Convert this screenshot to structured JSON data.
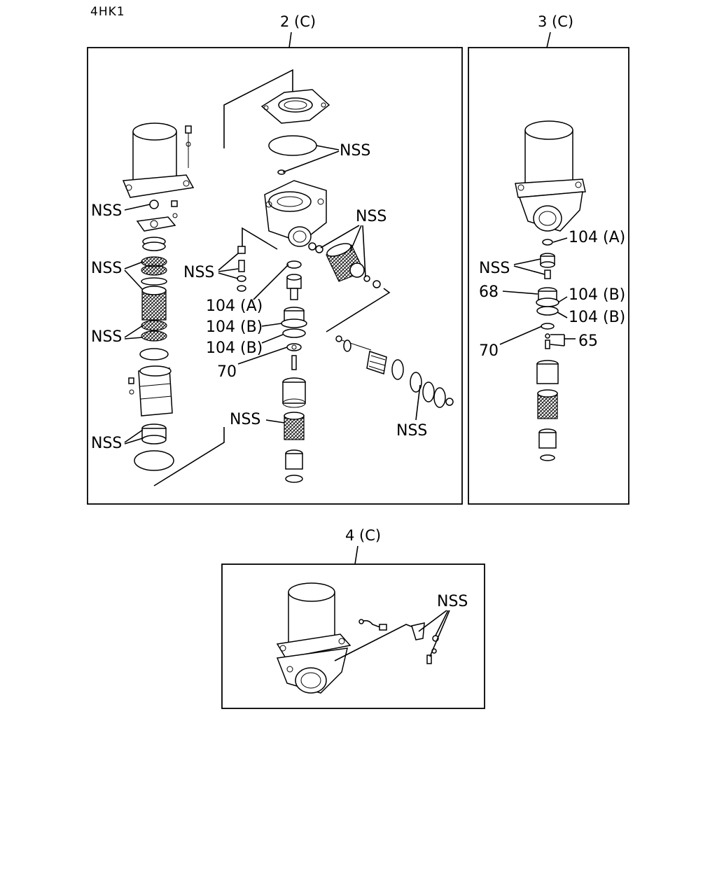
{
  "engine_code": "4HK1",
  "panels": {
    "p2": {
      "title": "2 (C)"
    },
    "p3": {
      "title": "3 (C)"
    },
    "p4": {
      "title": "4 (C)"
    }
  },
  "labels": {
    "nss": "NSS",
    "ref_104a": "104 (A)",
    "ref_104b": "104 (B)",
    "ref_70": "70",
    "ref_68": "68",
    "ref_65": "65"
  }
}
